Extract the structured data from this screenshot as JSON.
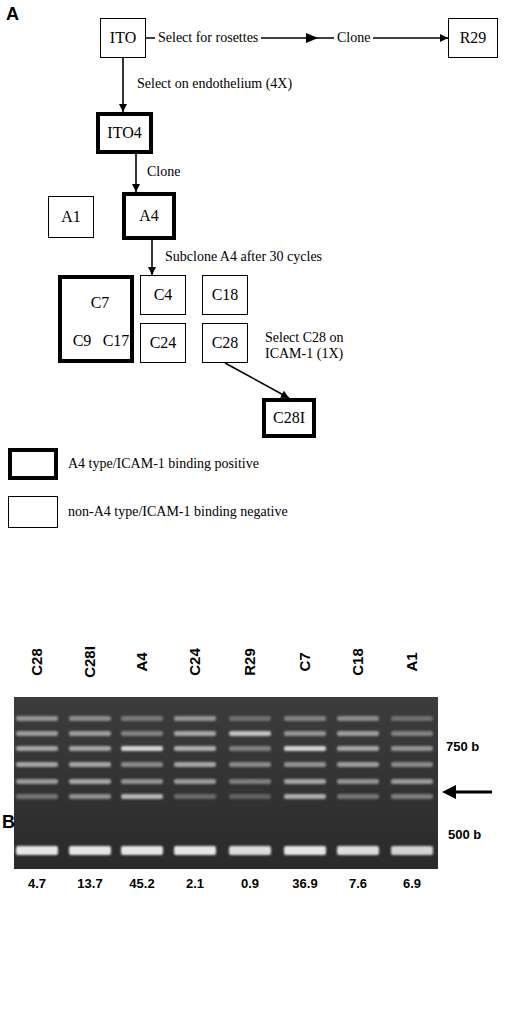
{
  "diagram": {
    "nodes": [
      {
        "text": [
          "ITO"
        ]
      },
      {
        "text": [
          "R29"
        ]
      },
      {
        "text": [
          "ITO4"
        ]
      },
      {
        "text": [
          "A1"
        ]
      },
      {
        "text": [
          "A4"
        ]
      },
      {
        "text": [
          "C7",
          "C9",
          "C17"
        ]
      },
      {
        "text": [
          "C4"
        ]
      },
      {
        "text": [
          "C18"
        ]
      },
      {
        "text": [
          "C24"
        ]
      },
      {
        "text": [
          "C28"
        ]
      },
      {
        "text": [
          "C28I"
        ]
      }
    ],
    "edges": [
      {
        "from": 0,
        "to": 1,
        "label": "Select for rosettes",
        "arrow": "to"
      },
      {
        "from": 0,
        "to": 2,
        "label": "Select on endothelium (4X)",
        "arrow": "to"
      },
      {
        "from": 2,
        "to": 4,
        "label": "Clone",
        "arrow": "to"
      },
      {
        "from": 4,
        "to": 6,
        "label": "Subclone A4 after 30 cycles",
        "arrow": "to"
      },
      {
        "from": 9,
        "to": 10,
        "label": "Select C28 on ICAM-1 (1X)",
        "arrow": "to"
      }
    ],
    "labels": [
      "A",
      "Clone",
      "B",
      "C28",
      "C28I",
      "A4",
      "C24",
      "R29",
      "C7",
      "C18",
      "A1",
      "750 b",
      "500 b",
      "4.7",
      "13.7",
      "45.2",
      "2.1",
      "0.9",
      "36.9",
      "7.6",
      "6.9"
    ],
    "legend": [
      {
        "text": "A4 type/ICAM-1 binding positive"
      },
      {
        "text": "non-A4 type/ICAM-1 binding negative"
      }
    ]
  }
}
